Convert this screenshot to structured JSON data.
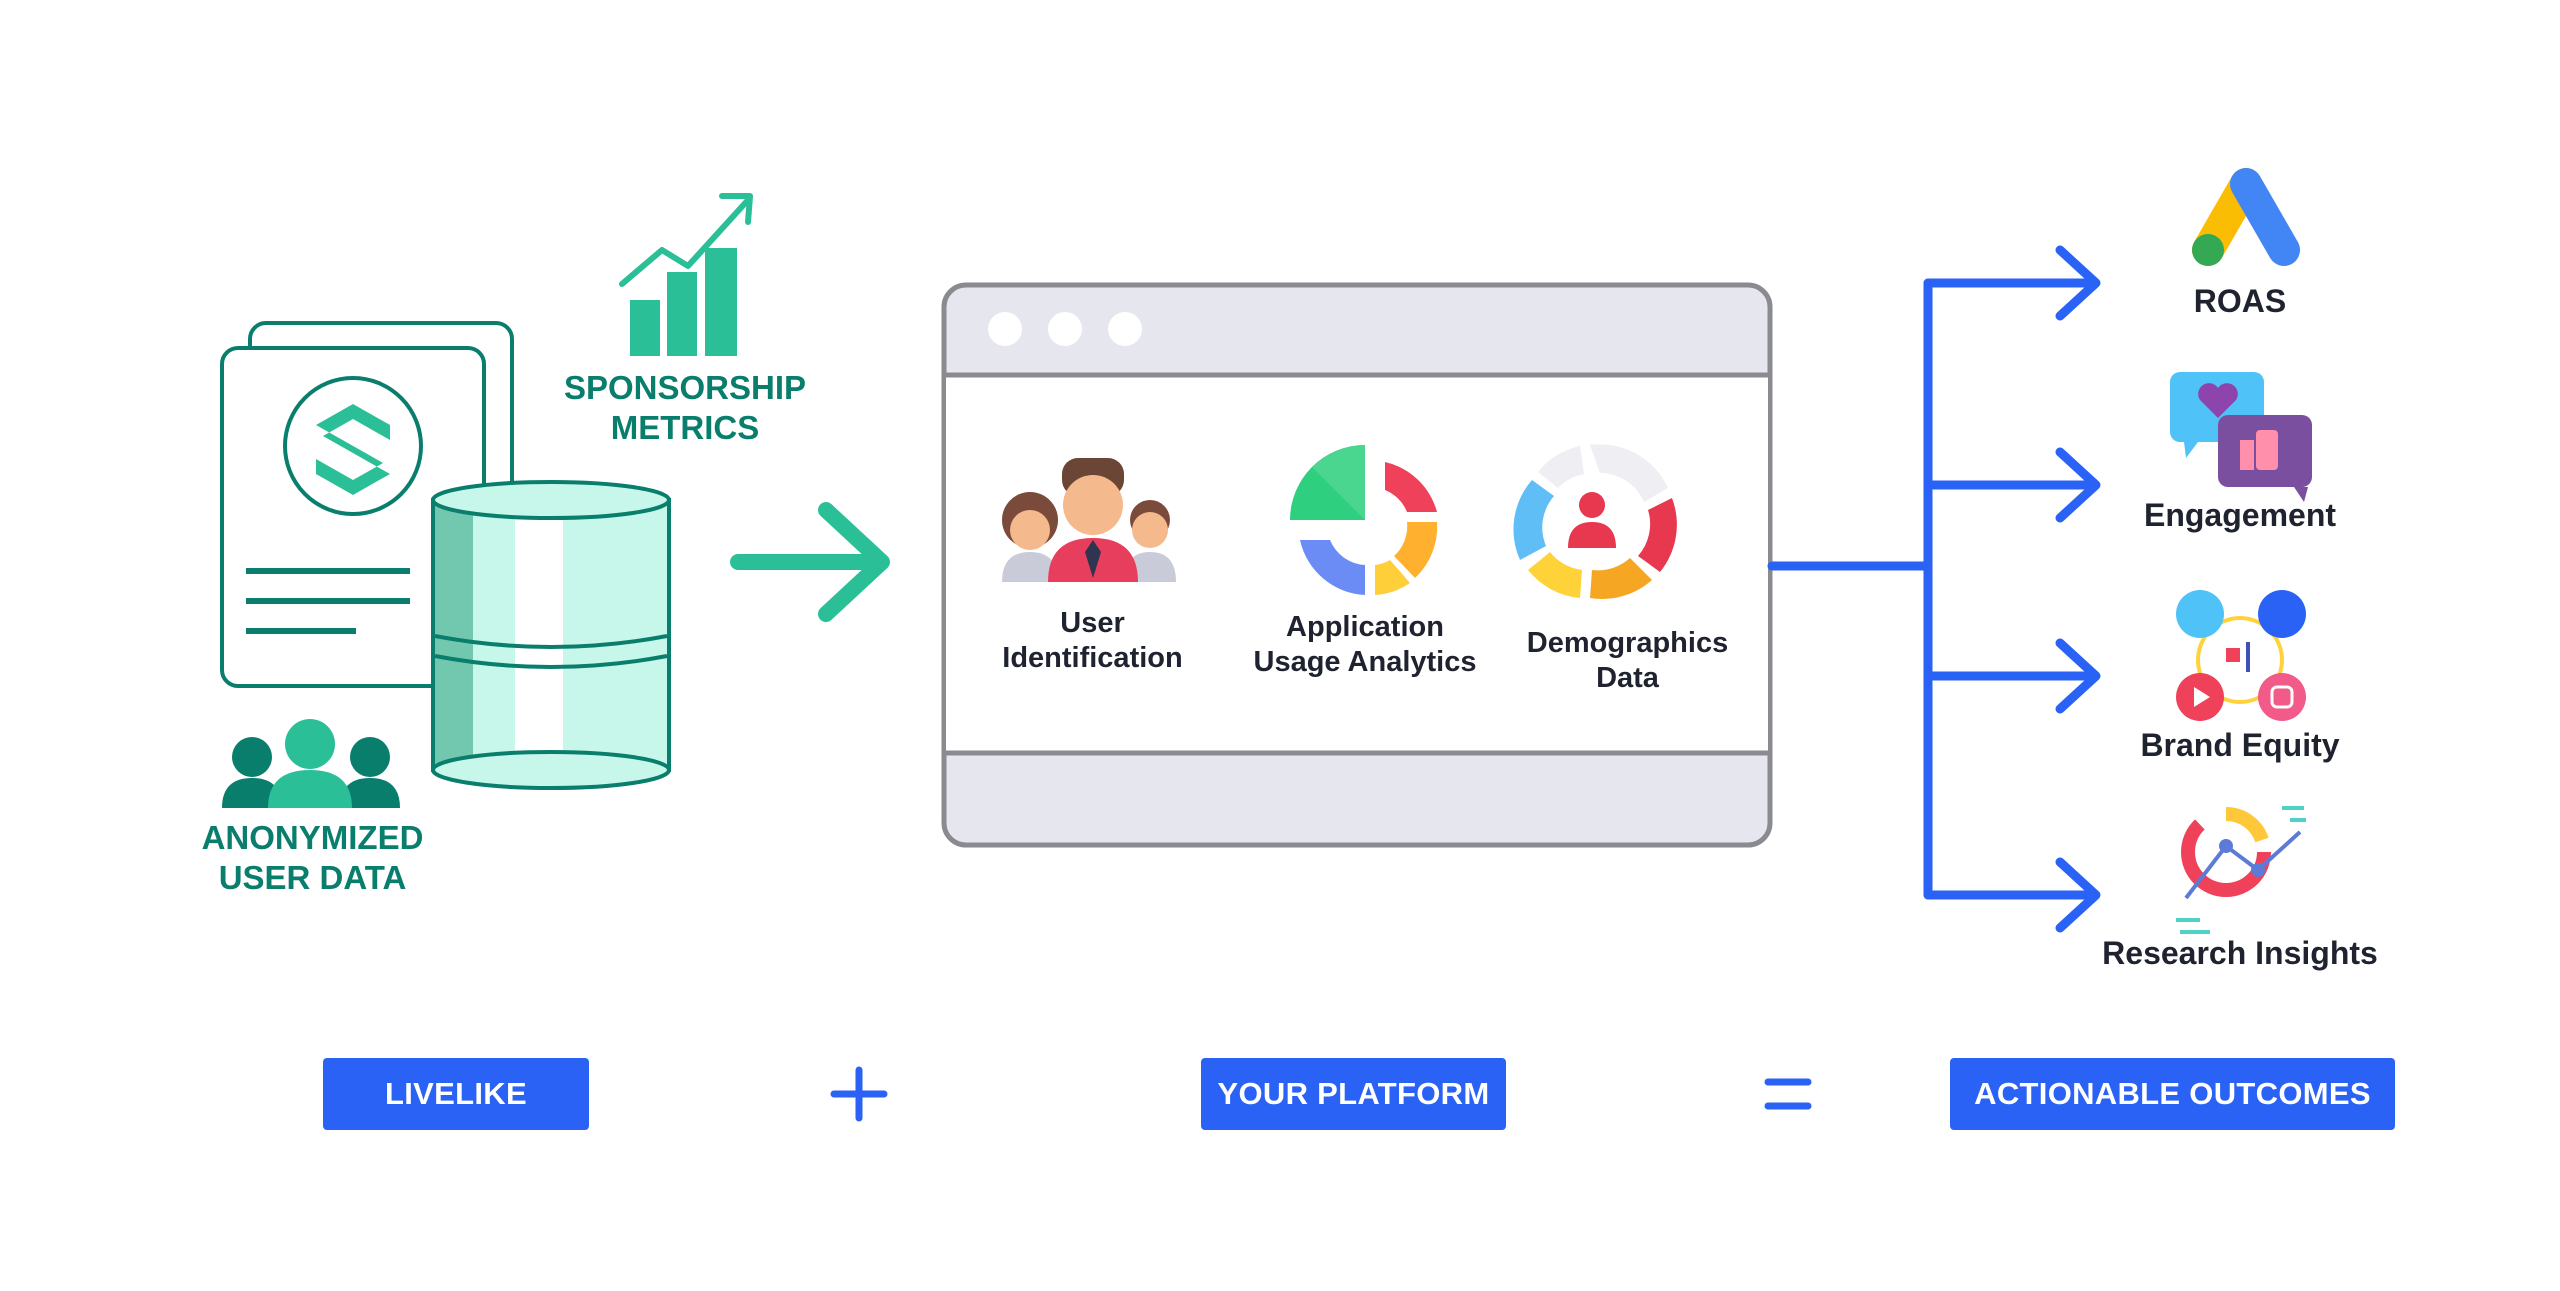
{
  "source": {
    "sponsorship_label": "SPONSORSHIP\nMETRICS",
    "user_data_label": "ANONYMIZED\nUSER DATA"
  },
  "platform": {
    "features": [
      {
        "label": "User\nIdentification",
        "icon": "people-icon"
      },
      {
        "label": "Application\nUsage Analytics",
        "icon": "donut-chart-icon"
      },
      {
        "label": "Demographics\nData",
        "icon": "demographics-ring-icon"
      }
    ]
  },
  "outcomes": [
    {
      "label": "ROAS",
      "icon": "google-ads-icon"
    },
    {
      "label": "Engagement",
      "icon": "chat-bubbles-icon"
    },
    {
      "label": "Brand Equity",
      "icon": "social-icons"
    },
    {
      "label": "Research Insights",
      "icon": "analytics-icon"
    }
  ],
  "equation": {
    "livelike": "LIVELIKE",
    "plus": "+",
    "your_platform": "YOUR PLATFORM",
    "equals": "=",
    "actionable_outcomes": "ACTIONABLE OUTCOMES"
  },
  "colors": {
    "teal": "#2bbf97",
    "teal_dark": "#0a7e6d",
    "blue": "#2962f5",
    "frame_grey": "#8a8a90",
    "frame_fill": "#e6e7ee"
  }
}
